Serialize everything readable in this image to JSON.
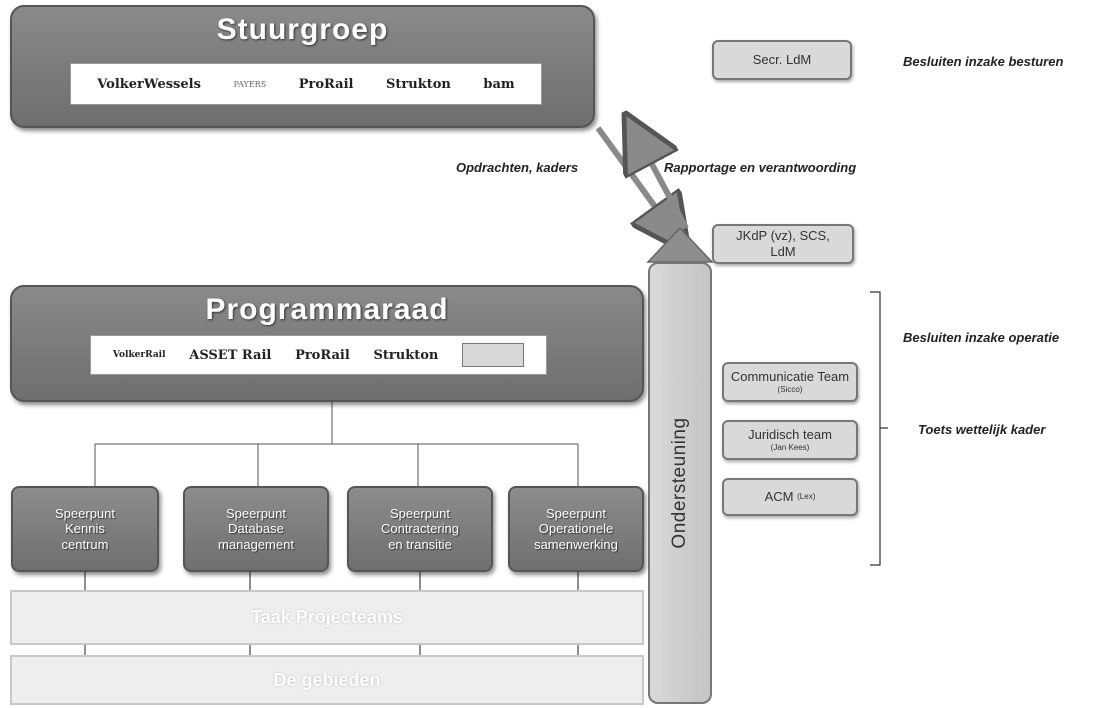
{
  "stuurgroep": {
    "title": "Stuurgroep",
    "logos": [
      {
        "name": "VolkerWessels"
      },
      {
        "name": "",
        "sub": "PAYERS"
      },
      {
        "name": "ProRail"
      },
      {
        "name": "Strukton"
      },
      {
        "name": "bam"
      }
    ]
  },
  "secr": {
    "label": "Secr. LdM",
    "note": "Besluiten inzake besturen"
  },
  "arrows": {
    "down_label": "Opdrachten, kaders",
    "up_label": "Rapportage en verantwoording"
  },
  "jkdp": {
    "label": "JKdP (vz), SCS, LdM"
  },
  "programmaraad": {
    "title": "Programmaraad",
    "logos": [
      {
        "name": "VolkerRail"
      },
      {
        "name": "ASSET Rail"
      },
      {
        "name": "ProRail"
      },
      {
        "name": "Strukton"
      },
      {
        "name": ""
      }
    ]
  },
  "ondersteuning": {
    "label": "Ondersteuning"
  },
  "support_teams": [
    {
      "label": "Communicatie Team",
      "sub": "(Sicco)"
    },
    {
      "label": "Juridisch team",
      "sub": "(Jan Kees)"
    },
    {
      "label": "ACM",
      "sub": "(Lex)"
    }
  ],
  "notes": {
    "operatie": "Besluiten inzake operatie",
    "kader": "Toets wettelijk kader"
  },
  "speerpunten": [
    {
      "line1": "Speerpunt",
      "line2": "Kennis",
      "line3": "centrum"
    },
    {
      "line1": "Speerpunt",
      "line2": "Database",
      "line3": "management"
    },
    {
      "line1": "Speerpunt",
      "line2": "Contractering",
      "line3": "en transitie"
    },
    {
      "line1": "Speerpunt",
      "line2": "Operationele",
      "line3": "samenwerking"
    }
  ],
  "bottom": {
    "band1": "Taak Projecteams",
    "band2": "De gebieden"
  },
  "colors": {
    "dark_box": "#7a7a7a",
    "light_box": "#d9d9d9",
    "arrow": "#8a8a8a",
    "pale_band": "#eeeeee"
  }
}
